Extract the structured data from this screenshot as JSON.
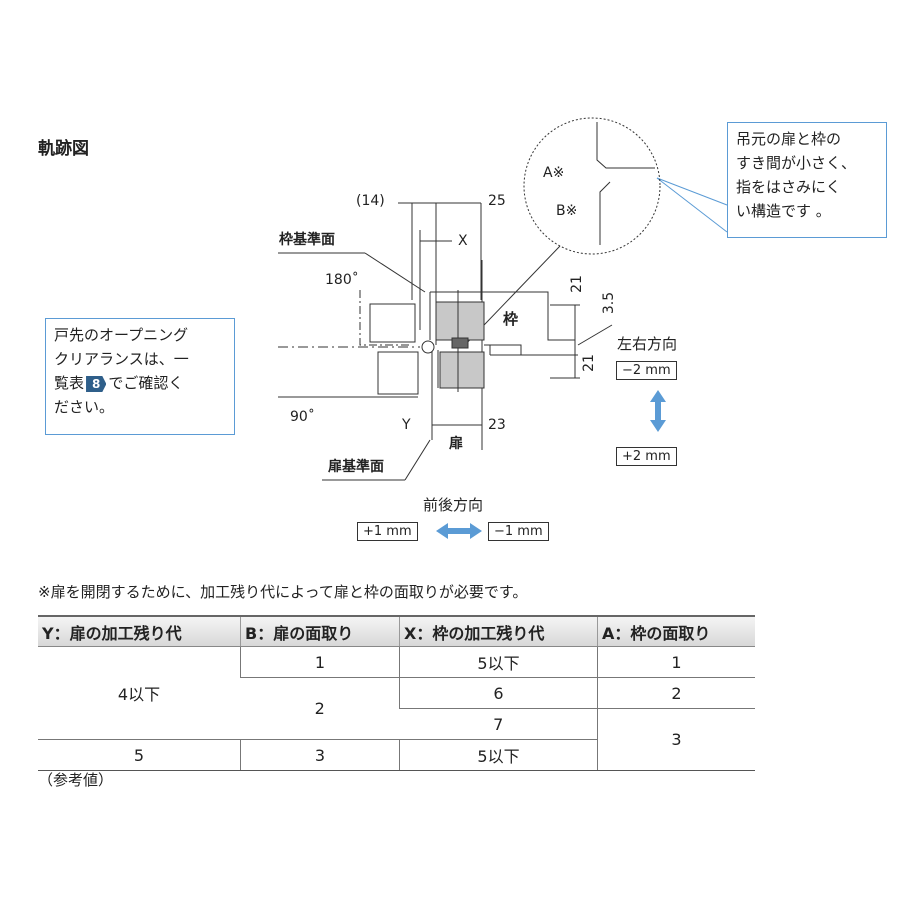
{
  "title": "軌跡図",
  "left_note": {
    "line1": "戸先のオープニング",
    "line2": "クリアランスは、一",
    "line3_pre": "覧表",
    "badge": "8",
    "line3_post": "でご確認く",
    "line4": "ださい。"
  },
  "right_note": {
    "line1": "吊元の扉と枠の",
    "line2": "すき間が小さく、",
    "line3": "指をはさみにく",
    "line4": "い構造です 。"
  },
  "diagram": {
    "dim_14": "(14)",
    "dim_25": "25",
    "dim_x": "X",
    "frame_ref": "枠基準面",
    "angle_180": "180˚",
    "angle_90": "90˚",
    "dim_y": "Y",
    "dim_23": "23",
    "door_label": "扉",
    "door_ref": "扉基準面",
    "frame_label": "枠",
    "dim_21a": "21",
    "dim_35": "3.5",
    "dim_21b": "21",
    "detail_a": "A※",
    "detail_b": "B※",
    "lr_title": "左右方向",
    "lr_minus": "−2 mm",
    "lr_plus": "+2 mm",
    "fb_title": "前後方向",
    "fb_plus": "+1 mm",
    "fb_minus": "−1 mm"
  },
  "note": "※扉を開閉するために、加工残り代によって扉と枠の面取りが必要です。",
  "table": {
    "headers": [
      "Y：扉の加工残り代",
      "B：扉の面取り",
      "X：枠の加工残り代",
      "A：枠の面取り"
    ],
    "cells": {
      "y1": "4以下",
      "y2": "5",
      "b1": "1",
      "b2": "2",
      "b3": "3",
      "x1": "5以下",
      "x2": "6",
      "x3": "7",
      "x4": "5以下",
      "a1": "1",
      "a2": "2",
      "a3": "3"
    }
  },
  "footnote": "（参考値）",
  "colors": {
    "accent": "#5b9bd5",
    "badge": "#2f5f8a"
  }
}
